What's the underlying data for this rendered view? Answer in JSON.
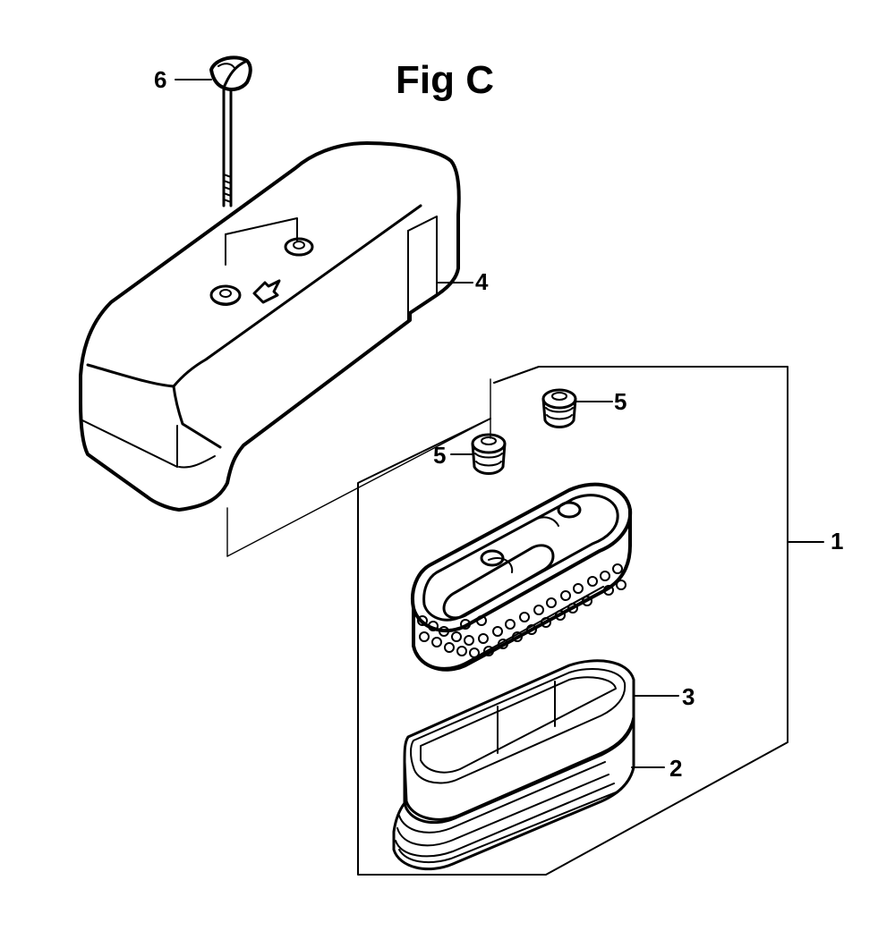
{
  "figure": {
    "title": "Fig C"
  },
  "callouts": {
    "p1": "1",
    "p2": "2",
    "p3": "3",
    "p4": "4",
    "p5a": "5",
    "p5b": "5",
    "p6": "6"
  },
  "colors": {
    "line": "#000000",
    "background": "#ffffff"
  }
}
